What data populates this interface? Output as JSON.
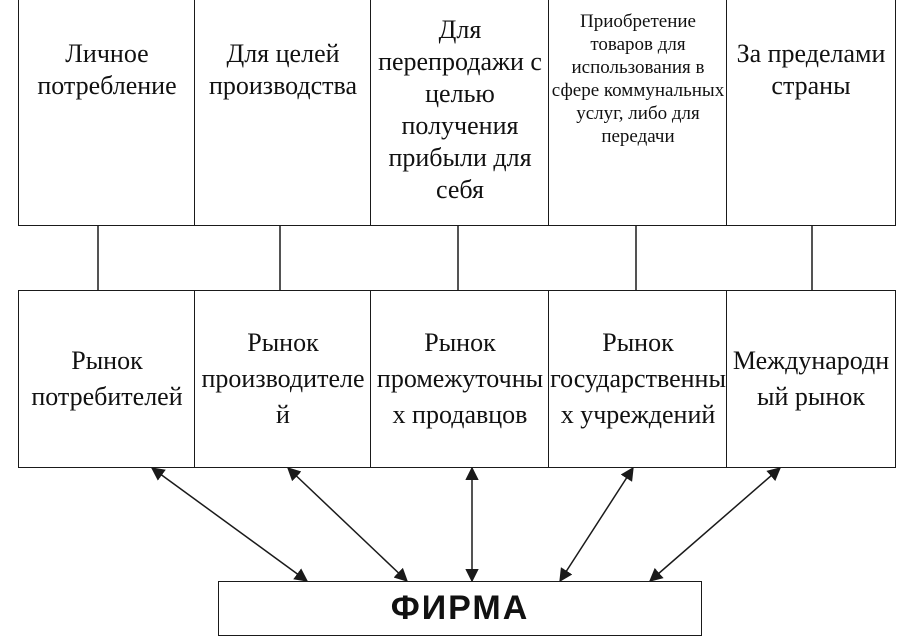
{
  "purposes": [
    "Личное потребление",
    "Для целей производства",
    "Для перепродажи с целью получения прибыли для себя",
    "Приобретение товаров для использования в сфере коммунальных услуг, либо для передачи",
    "За пределами страны"
  ],
  "markets": [
    "Рынок потребителей",
    "Рынок производителей",
    "Рынок промежуточных продавцов",
    "Рынок государственных учреждений",
    "Международный рынок"
  ],
  "firm": "ФИРМА",
  "colors": {
    "line": "#1a1a1a",
    "background": "#ffffff"
  }
}
